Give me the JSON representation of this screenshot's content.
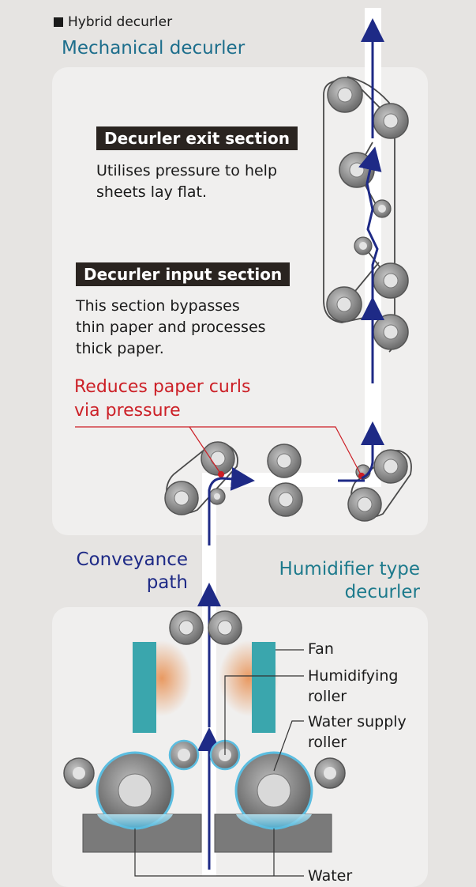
{
  "header": {
    "legend": "Hybrid decurler",
    "mechanical_title": "Mechanical decurler"
  },
  "exit_section": {
    "label": "Decurler exit section",
    "desc_line1": "Utilises pressure to help",
    "desc_line2": "sheets lay flat."
  },
  "input_section": {
    "label": "Decurler input section",
    "desc_line1": "This section bypasses",
    "desc_line2": "thin paper and processes",
    "desc_line3": "thick paper."
  },
  "pressure_note": {
    "line1": "Reduces paper curls",
    "line2": "via pressure"
  },
  "conveyance": {
    "line1": "Conveyance",
    "line2": "path"
  },
  "humidifier": {
    "line1": "Humidifier type",
    "line2": "decurler"
  },
  "callouts": {
    "fan": "Fan",
    "humidifying_1": "Humidifying",
    "humidifying_2": "roller",
    "water_supply_1": "Water supply",
    "water_supply_2": "roller",
    "water": "Water"
  },
  "colors": {
    "path_arrow": "#1e2a86",
    "fan": "#3aa6ad",
    "water": "#8fd4ec",
    "red_note": "#cc1f26",
    "title_teal": "#1d6e8c"
  }
}
